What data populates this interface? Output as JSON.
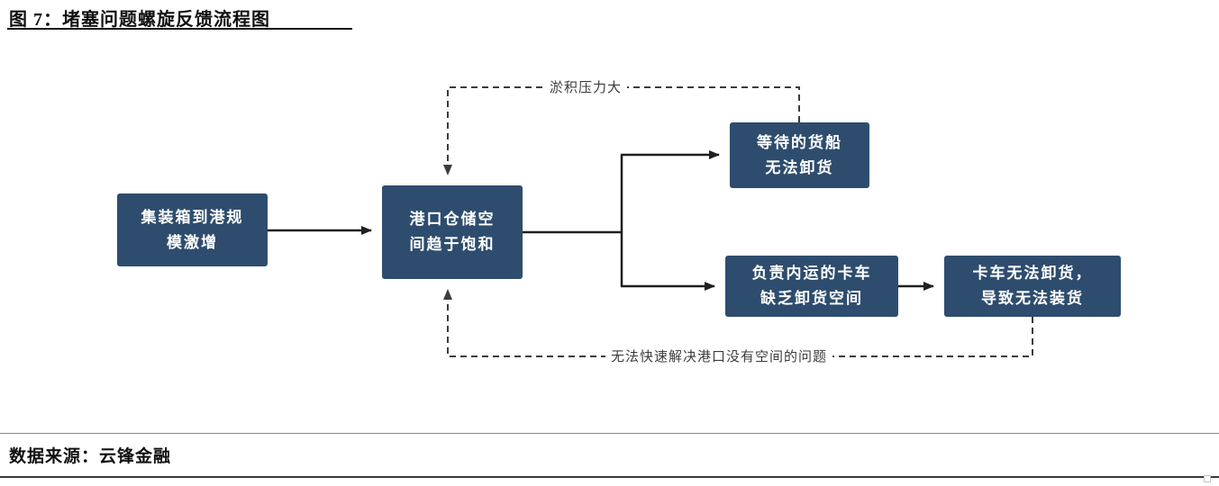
{
  "header": {
    "title": "图 7：堵塞问题螺旋反馈流程图"
  },
  "flowchart": {
    "boxes": [
      {
        "id": "containers-surge",
        "line1": "集装箱到港规",
        "line2": "模激增"
      },
      {
        "id": "port-storage-saturated",
        "line1": "港口仓储空",
        "line2": "间趋于饱和"
      },
      {
        "id": "ships-cannot-unload",
        "line1": "等待的货船",
        "line2": "无法卸货"
      },
      {
        "id": "trucks-lack-space",
        "line1": "负责内运的卡车",
        "line2": "缺乏卸货空间"
      },
      {
        "id": "trucks-cannot-load",
        "line1": "卡车无法卸货，",
        "line2": "导致无法装货"
      }
    ],
    "feedback_labels": {
      "top": "淤积压力大",
      "bottom": "无法快速解决港口没有空间的问题"
    },
    "colors": {
      "box_bg": "#2e4d6e",
      "box_text": "#ffffff",
      "solid_arrow": "#1f1f1f",
      "dashed_arrow": "#3c3c3c"
    }
  },
  "footer": {
    "source": "数据来源：云锋金融"
  }
}
